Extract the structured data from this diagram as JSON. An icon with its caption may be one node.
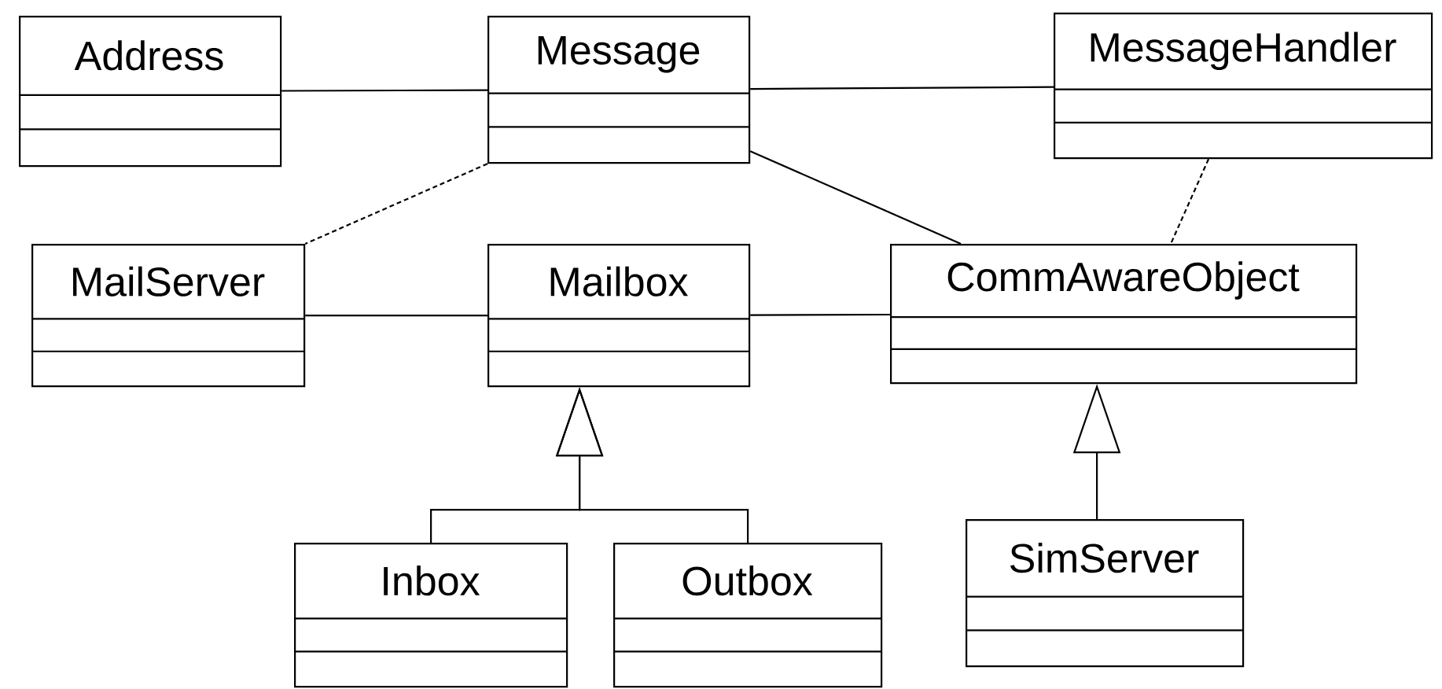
{
  "diagram": {
    "nodes": [
      {
        "text": [
          "Address"
        ]
      },
      {
        "text": [
          "Message"
        ]
      },
      {
        "text": [
          "MessageHandler"
        ]
      },
      {
        "text": [
          "MailServer"
        ]
      },
      {
        "text": [
          "Mailbox"
        ]
      },
      {
        "text": [
          "CommAwareObject"
        ]
      },
      {
        "text": [
          "Inbox"
        ]
      },
      {
        "text": [
          "Outbox"
        ]
      },
      {
        "text": [
          "SimServer"
        ]
      }
    ],
    "edges": [
      {
        "from": 0,
        "to": 1,
        "arrow": "none"
      },
      {
        "from": 1,
        "to": 2,
        "arrow": "none"
      },
      {
        "from": 1,
        "to": 3,
        "arrow": "none",
        "style": "dashed"
      },
      {
        "from": 1,
        "to": 5,
        "arrow": "none"
      },
      {
        "from": 2,
        "to": 5,
        "arrow": "none",
        "style": "dashed"
      },
      {
        "from": 3,
        "to": 4,
        "arrow": "none"
      },
      {
        "from": 4,
        "to": 5,
        "arrow": "none"
      },
      {
        "from": 6,
        "to": 4,
        "arrow": "to"
      },
      {
        "from": 7,
        "to": 4,
        "arrow": "to"
      },
      {
        "from": 8,
        "to": 5,
        "arrow": "to"
      }
    ]
  }
}
